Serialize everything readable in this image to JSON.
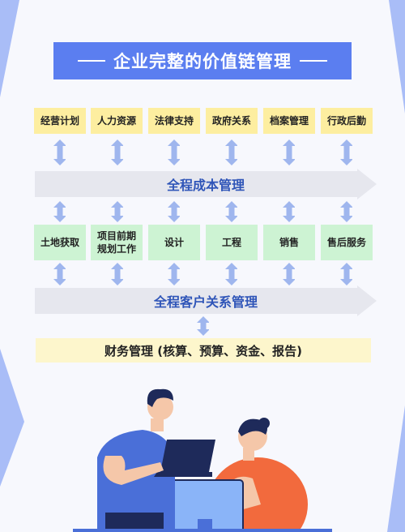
{
  "title": "企业完整的价值链管理",
  "support_activities": [
    "经营计划",
    "人力资源",
    "法律支持",
    "政府关系",
    "档案管理",
    "行政后勤"
  ],
  "cost_management": "全程成本管理",
  "primary_activities": [
    "土地获取",
    "项目前期\n规划工作",
    "设计",
    "工程",
    "销售",
    "售后服务"
  ],
  "customer_management": "全程客户关系管理",
  "finance": "财务管理 (核算、预算、资金、报告)",
  "colors": {
    "title_bg": "#5b7ef0",
    "support_box": "#fdeea0",
    "primary_box": "#cdf3d3",
    "arrow_blue": "#9fb6ee",
    "banner_bg": "#e6e7ee",
    "banner_text": "#2f55b8",
    "finance_bg": "#fdf6cc"
  },
  "illustration": "two-people-with-laptop-and-monitor"
}
